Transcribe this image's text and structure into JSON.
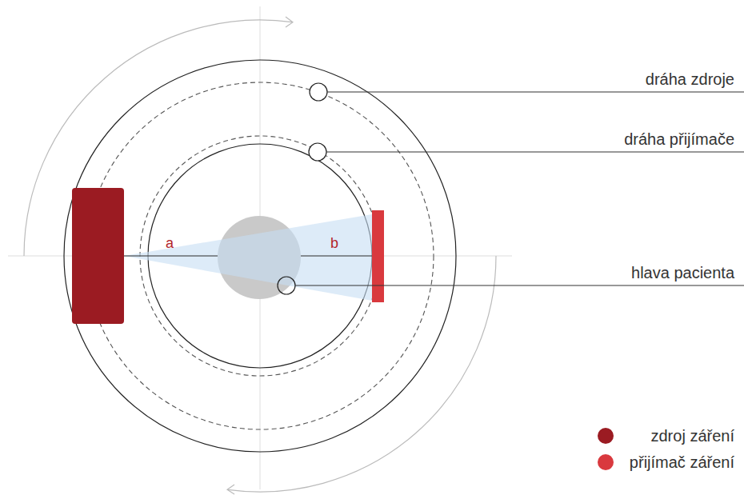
{
  "diagram": {
    "labels": [
      "dráha zdroje",
      "dráha přijímače",
      "hlava pacienta",
      "a",
      "b"
    ],
    "legend": [
      {
        "text": "zdroj záření",
        "color": "#9b1b22"
      },
      {
        "text": "přijímač záření",
        "color": "#d9393e"
      }
    ]
  }
}
